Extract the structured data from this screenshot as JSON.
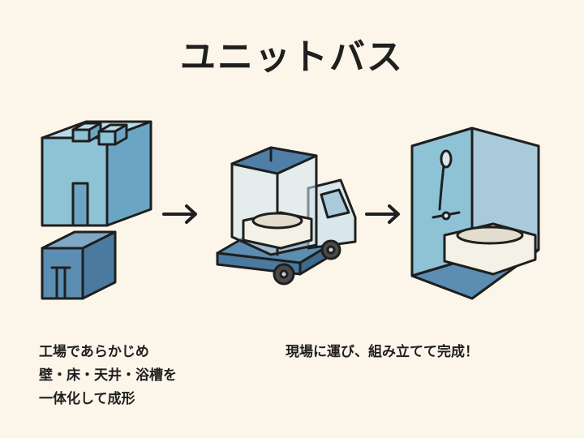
{
  "title": "ユニットバス",
  "caption_left": [
    "工場であらかじめ",
    "壁・床・天井・浴槽を",
    "一体化して成形"
  ],
  "caption_right": "現場に運び、組み立てて完成！",
  "icons": [
    "factory-icon",
    "arrow-right-icon",
    "truck-icon",
    "bathroom-icon"
  ],
  "colors": {
    "background": "#fcf6ea",
    "light_blue": "#8ec3d6",
    "mid_blue": "#6a9fbd",
    "dark_blue": "#4f7fa6",
    "outline": "#1f1f1f",
    "tub": "#f4f1e6"
  }
}
